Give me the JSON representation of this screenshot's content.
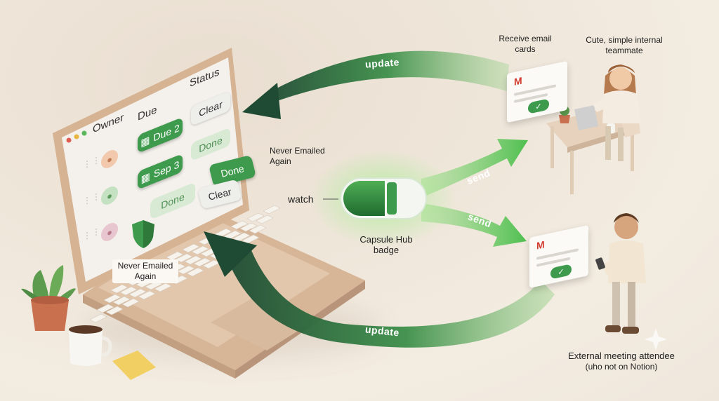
{
  "table": {
    "headers": {
      "owner": "Owner",
      "due": "Due",
      "status": "Status"
    },
    "rows": [
      {
        "due": "Due 2",
        "status": "Clear"
      },
      {
        "due": "Sep 3",
        "status": "Done"
      },
      {
        "due": "",
        "status": "Done"
      }
    ],
    "floating_done": "Done",
    "floating_clear": "Clear"
  },
  "labels": {
    "never_emailed_top": "Never Emailed Again",
    "never_emailed_bottom": "Never Emailed Again",
    "watch": "watch",
    "capsule": "Capsule Hub badge",
    "receive": "Receive email cards",
    "internal": "Cute, simple internal teammate",
    "external_title": "External meeting attendee",
    "external_sub": "(uho not on Notion)"
  },
  "arrows": {
    "update_top": "update",
    "update_bottom": "update",
    "send_top": "send",
    "send_bottom": "send"
  },
  "icons": {
    "gmail": "gmail-icon",
    "check": "✓",
    "calendar": "calendar-icon",
    "shield": "shield-icon"
  },
  "colors": {
    "green": "#3e9a4c",
    "green_light": "#7bd36f",
    "dark_arrow": "#1f4a33",
    "laptop": "#d9b99a"
  }
}
